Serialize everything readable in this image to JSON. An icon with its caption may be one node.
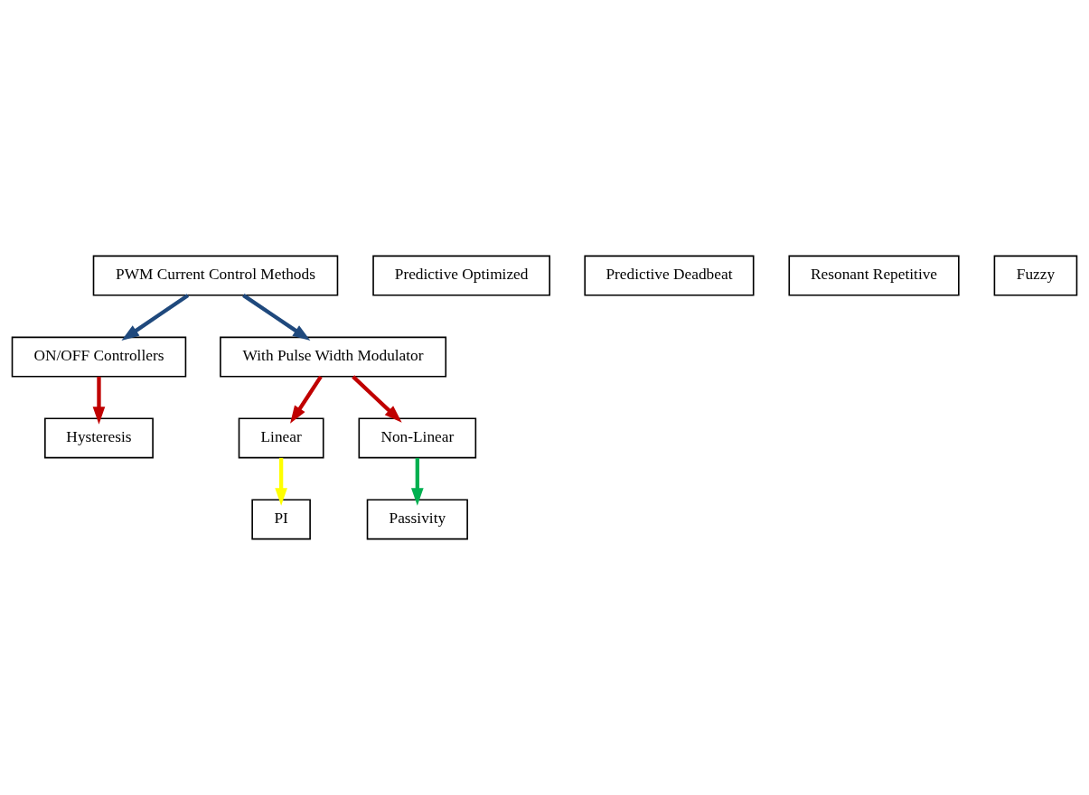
{
  "diagram": {
    "nodes": [
      {
        "text": [
          "PWM Current Control Methods"
        ]
      },
      {
        "text": [
          "ON/OFF Controllers"
        ]
      },
      {
        "text": [
          "With Pulse Width Modulator"
        ]
      },
      {
        "text": [
          "Hysteresis"
        ]
      },
      {
        "text": [
          "Predictive Optimized"
        ]
      },
      {
        "text": [
          "Linear"
        ]
      },
      {
        "text": [
          "Non-Linear"
        ]
      },
      {
        "text": [
          "PI"
        ]
      },
      {
        "text": [
          "Predictive Deadbeat"
        ]
      },
      {
        "text": [
          "Resonant Repetitive"
        ]
      },
      {
        "text": [
          "Passivity"
        ]
      },
      {
        "text": [
          "Fuzzy"
        ]
      }
    ],
    "edges": [
      {
        "from": 0,
        "to": 1,
        "arrow": "to",
        "color": "#1f497d"
      },
      {
        "from": 0,
        "to": 2,
        "arrow": "to",
        "color": "#1f497d"
      },
      {
        "from": 1,
        "to": 3,
        "arrow": "to"
      },
      {
        "from": 2,
        "to": 5,
        "arrow": "to"
      },
      {
        "from": 2,
        "to": 6,
        "arrow": "to"
      },
      {
        "from": 5,
        "to": 7,
        "arrow": "to",
        "color": "#ffff00"
      },
      {
        "from": 6,
        "to": 10,
        "arrow": "to",
        "color": "#00b050"
      }
    ]
  }
}
